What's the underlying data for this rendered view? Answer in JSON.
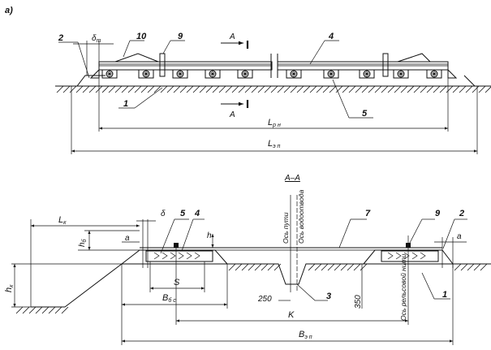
{
  "figure_label": "а)",
  "top_view": {
    "callouts": [
      "2",
      "10",
      "9",
      "4",
      "1",
      "5"
    ],
    "delta_label": "δ",
    "delta_sub": "т",
    "section_mark": "А",
    "dim_rail": {
      "main": "L",
      "sub": "р н"
    },
    "dim_total": {
      "main": "L",
      "sub": "э п"
    }
  },
  "section_view": {
    "title": "А–А",
    "callouts": [
      "5",
      "4",
      "7",
      "9",
      "2",
      "3",
      "1"
    ],
    "vertical_labels": [
      "Ось пути",
      "Ось водоотвода",
      "Ось рельсовой нити"
    ],
    "labels": {
      "lk": {
        "main": "L",
        "sub": "к"
      },
      "hk": {
        "main": "h",
        "sub": "к"
      },
      "hb": {
        "main": "h",
        "sub": "б"
      },
      "delta": "δ",
      "a_left": "a",
      "a_right": "a",
      "h": "h",
      "s": "S",
      "bbs": {
        "main": "B",
        "sub": "б с"
      },
      "dim250": "250",
      "dim350": "350",
      "k": "K",
      "bep": {
        "main": "B",
        "sub": "э п"
      }
    }
  }
}
